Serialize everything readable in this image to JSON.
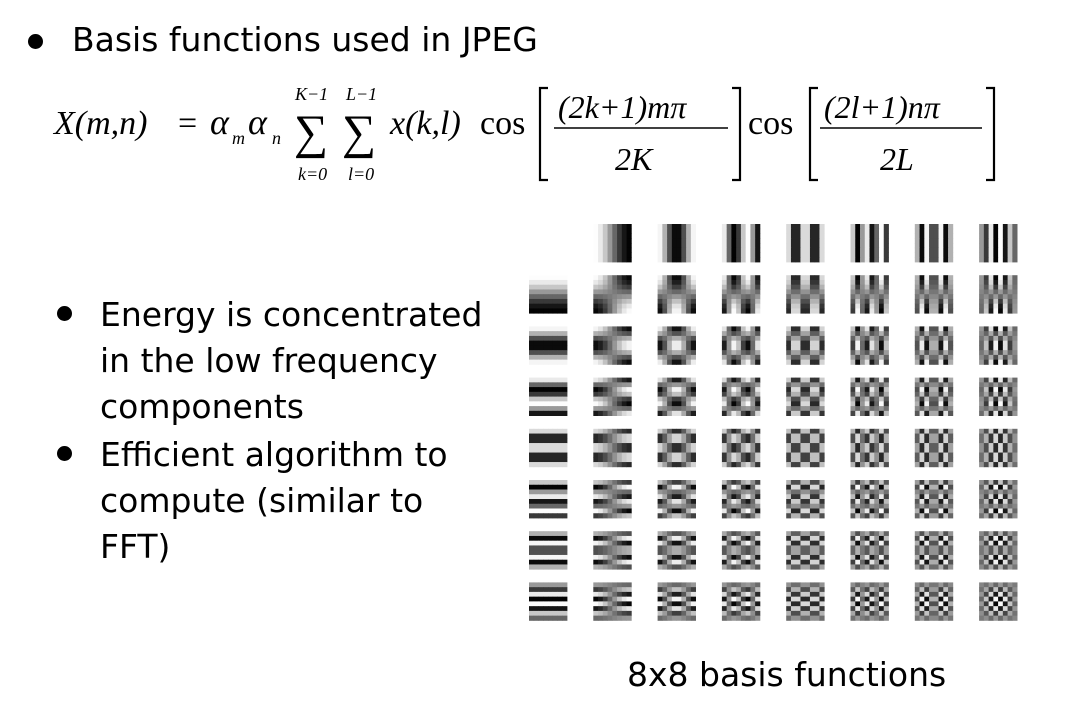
{
  "slide": {
    "title": "Basis functions used in JPEG",
    "bullets": [
      [
        "Energy is concentrated",
        "in the low frequency",
        "components"
      ],
      [
        "Efficient algorithm to",
        "compute (similar to",
        "FFT)"
      ]
    ],
    "caption": "8x8 basis functions"
  },
  "formula": {
    "lhs": "X(m,n)",
    "equals": "=",
    "alpha_m": "α",
    "alpha_m_sub": "m",
    "alpha_n": "α",
    "alpha_n_sub": "n",
    "sum1_upper": "K−1",
    "sum1_lower": "k=0",
    "sum2_upper": "L−1",
    "sum2_lower": "l=0",
    "sigma": "∑",
    "term": "x(k,l)",
    "cos": "cos",
    "num1": "(2k+1)mπ",
    "den1": "2K",
    "num2": "(2l+1)nπ",
    "den2": "2L"
  },
  "basis_grid": {
    "rows": 8,
    "cols": 8,
    "cells_per_tile": 8,
    "colors": {
      "black": "#000000",
      "white": "#ffffff",
      "mid_gray": "#808080"
    }
  }
}
